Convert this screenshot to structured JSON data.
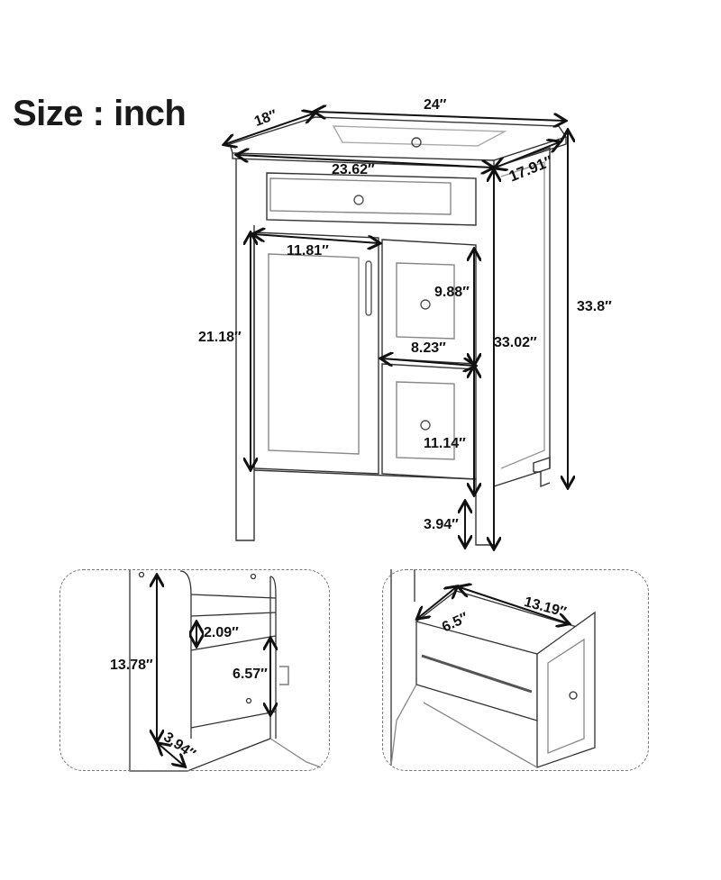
{
  "title": "Size : inch",
  "main_view": {
    "dimensions": {
      "top_depth": "18″",
      "top_width": "24″",
      "side_depth": "17.91″",
      "cabinet_width": "23.62″",
      "door_width": "11.81″",
      "door_height": "21.18″",
      "top_drawer_height": "9.88″",
      "drawer_width": "8.23″",
      "cabinet_height": "33.02″",
      "total_height": "33.8″",
      "bottom_drawer_height": "11.14″",
      "leg_height": "3.94″"
    }
  },
  "detail_left": {
    "dimensions": {
      "shelf_height": "13.78″",
      "upper_gap": "2.09″",
      "lower_gap": "6.57″",
      "shelf_depth": "3.94″"
    }
  },
  "detail_right": {
    "dimensions": {
      "drawer_inner_width": "6.5″",
      "drawer_inner_depth": "13.19″"
    }
  },
  "colors": {
    "line": "#222222",
    "light_line": "#9a9a9a",
    "dashed_border": "#777777",
    "background": "#ffffff"
  }
}
